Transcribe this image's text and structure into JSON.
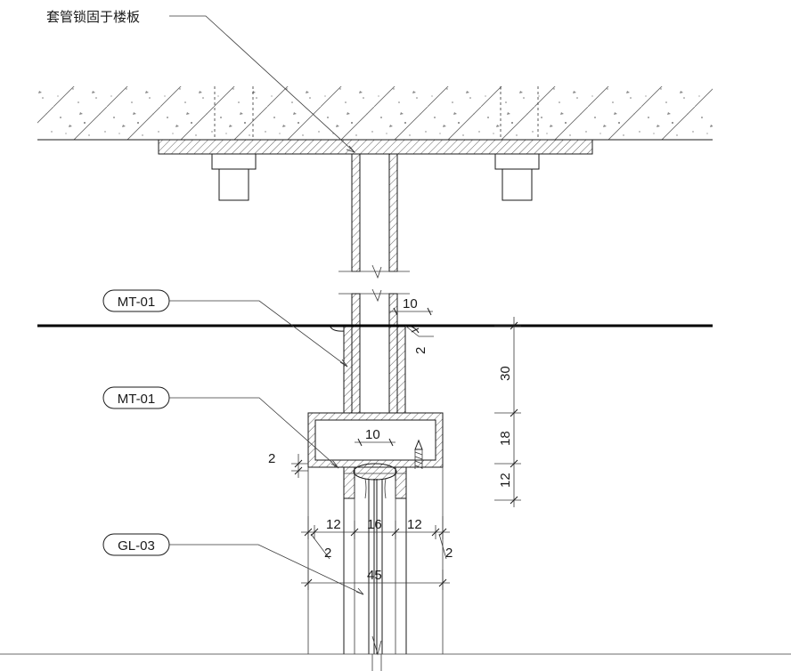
{
  "note_top": "套管锁固于楼板",
  "tags": {
    "mt01_upper": "MT-01",
    "mt01_lower": "MT-01",
    "gl03": "GL-03"
  },
  "dims": {
    "d10_top": "10",
    "d2_top": "2",
    "d30": "30",
    "d18": "18",
    "d12_right": "12",
    "d10_mid": "10",
    "d2_left": "2",
    "d12_a": "12",
    "d16": "16",
    "d12_b": "12",
    "d2_bl": "2",
    "d2_br": "2",
    "d45": "45"
  },
  "colors": {
    "ink": "#1a1a1a",
    "paper": "#ffffff"
  }
}
